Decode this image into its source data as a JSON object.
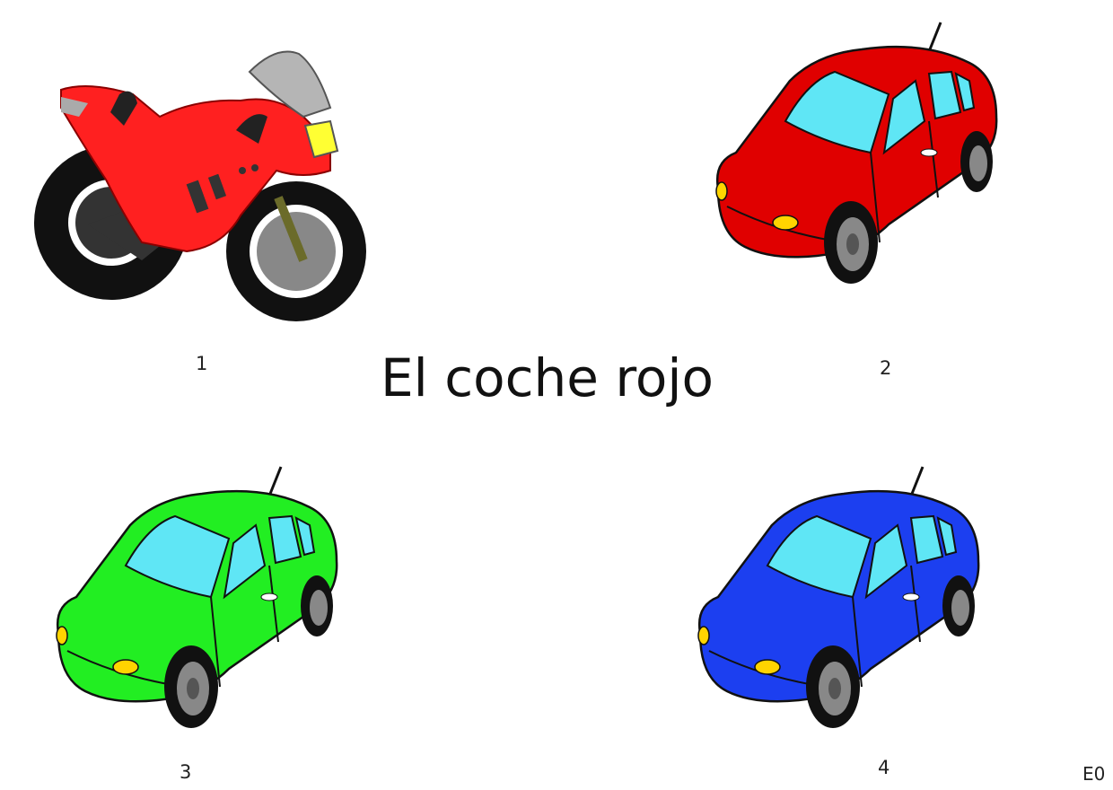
{
  "title": "El coche rojo",
  "corner_code": "E0",
  "options": [
    {
      "number": "1",
      "vehicle": "motorcycle",
      "body_color": "#ff2020"
    },
    {
      "number": "2",
      "vehicle": "car",
      "body_color": "#e00000"
    },
    {
      "number": "3",
      "vehicle": "car",
      "body_color": "#22ee22"
    },
    {
      "number": "4",
      "vehicle": "car",
      "body_color": "#1c3ff0"
    }
  ]
}
